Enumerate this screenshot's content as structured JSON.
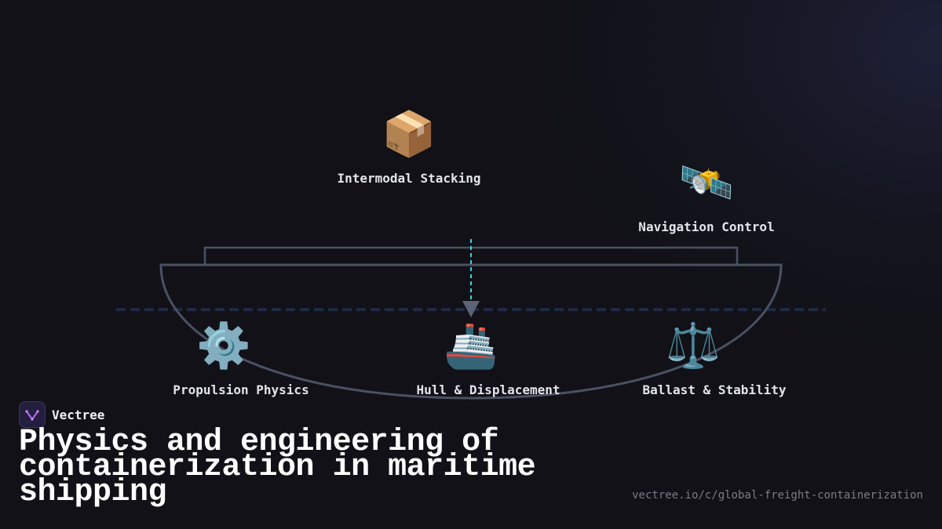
{
  "brand": {
    "name": "Vectree"
  },
  "title": "Physics and engineering of containerization in maritime shipping",
  "url": "vectree.io/c/global-freight-containerization",
  "diagram": {
    "nodes": [
      {
        "id": "intermodal",
        "label": "Intermodal Stacking",
        "icon": "📦",
        "icon_name": "package-icon"
      },
      {
        "id": "navigation",
        "label": "Navigation Control",
        "icon": "🛰️",
        "icon_name": "satellite-icon"
      },
      {
        "id": "propulsion",
        "label": "Propulsion Physics",
        "icon": "⚙️",
        "icon_name": "gear-icon"
      },
      {
        "id": "hull",
        "label": "Hull & Displacement",
        "icon": "🚢",
        "icon_name": "ship-icon"
      },
      {
        "id": "ballast",
        "label": "Ballast & Stability",
        "icon": "⚖️",
        "icon_name": "balance-scale-icon"
      }
    ]
  },
  "colors": {
    "background": "#111117",
    "hull_stroke": "#4a5163",
    "waterline": "#1f2a44",
    "load_arrow": "#3fd0d4",
    "arrow_head": "#5b6374",
    "text": "#e4e4ec",
    "url_text": "#7c7c88"
  }
}
